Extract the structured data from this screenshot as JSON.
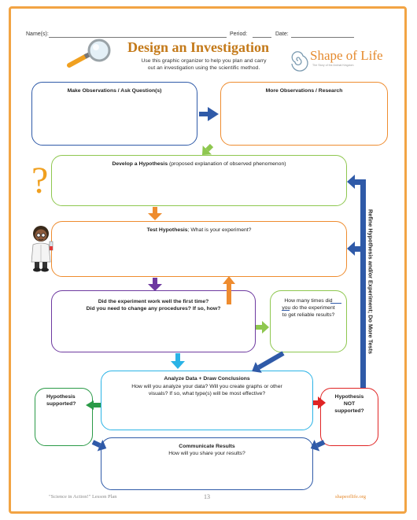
{
  "header": {
    "names_label": "Name(s):",
    "period_label": "Period:",
    "date_label": "Date:"
  },
  "title": "Design an Investigation",
  "subtitle_line1": "Use this graphic organizer to help you plan and carry",
  "subtitle_line2": "out an investigation using the scientific method.",
  "brand": {
    "name": "Shape of Life",
    "tagline": "The Story of the Animal Kingdom"
  },
  "boxes": {
    "observations": {
      "title": "Make Observations / Ask Question(s)"
    },
    "research": {
      "title": "More Observations / Research"
    },
    "hypothesis": {
      "title": "Develop a Hypothesis",
      "note": "(proposed explanation of observed phenomenon)"
    },
    "test": {
      "title_bold": "Test Hypothesis",
      "title_rest": "; What is your experiment?"
    },
    "work": {
      "line1": "Did the experiment work well the first time?",
      "line2": "Did you need to change any procedures? If so, how?"
    },
    "times": {
      "line1": "How many times did",
      "line2": "you do the experiment",
      "line3": "to get reliable results?"
    },
    "analyze": {
      "title": "Analyze Data + Draw Conclusions",
      "line1": "How will you analyze your data? Will you create graphs or other",
      "line2": "visuals? If so, what type(s) will be most effective?"
    },
    "supported": {
      "line1": "Hypothesis",
      "line2": "supported?"
    },
    "not_supported": {
      "line1": "Hypothesis",
      "line2": "NOT",
      "line3": "supported?"
    },
    "communicate": {
      "title": "Communicate Results",
      "line1": "How will you share your results?"
    }
  },
  "side_label": "Refine Hypothesis and/or Experiment; Do More Tests",
  "footer": {
    "left": "\"Science in Action!\" Lesson Plan",
    "page": "13",
    "right": "shapeoflife.org"
  },
  "colors": {
    "frame": "#f2a444",
    "blue": "#2f5aa8",
    "orange": "#ee8c2f",
    "green": "#8ec74f",
    "purple": "#6e3aa0",
    "cyan": "#2ab3e6",
    "darkgreen": "#2a9a47",
    "red": "#e02424"
  },
  "icons": [
    "magnifying-glass-icon",
    "nautilus-icon",
    "question-mark-icon",
    "scientist-icon"
  ]
}
